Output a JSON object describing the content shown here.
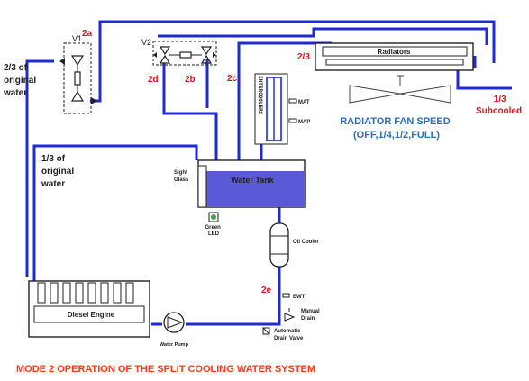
{
  "labels": {
    "v1": "V1",
    "v2": "V2",
    "code_2a": "2a",
    "code_2b": "2b",
    "code_2c": "2c",
    "code_2d": "2d",
    "code_2e": "2e",
    "frac_23_left_line1": "2/3 of",
    "frac_23_left_line2": "original",
    "frac_23_left_line3": "water",
    "frac_13_left_line1": "1/3 of",
    "frac_13_left_line2": "original",
    "frac_13_left_line3": "water",
    "frac_23_radiator": "2/3",
    "frac_13_subcooled_top": "1/3",
    "frac_13_subcooled_bottom": "Subcooled",
    "radiators": "Radiators",
    "intercoolers": "INTERCOOLERS",
    "mat": "MAT",
    "map": "MAP",
    "fan_speed_line1": "RADIATOR FAN SPEED",
    "fan_speed_line2": "(OFF,1/4,1/2,FULL)",
    "sight_glass_line1": "Sight",
    "sight_glass_line2": "Glass",
    "water_tank": "Water Tank",
    "green_led_line1": "Green",
    "green_led_line2": "LED",
    "oil_cooler": "Oil Cooler",
    "ewt": "EWT",
    "manual_drain_line1": "Manual",
    "manual_drain_line2": "Drain",
    "auto_drain_line1": "Automatic",
    "auto_drain_line2": "Drain Valve",
    "diesel_engine": "Diesel Engine",
    "water_pump": "Water Pump",
    "caption": "MODE 2 OPERATION OF THE SPLIT COOLING WATER SYSTEM"
  },
  "colors": {
    "pipe": "#1f2bd6",
    "code_red": "#e0141e",
    "caption_red": "#ff3a12",
    "title_blue": "#2a6fb8",
    "tank_water": "#5a5ad8"
  }
}
